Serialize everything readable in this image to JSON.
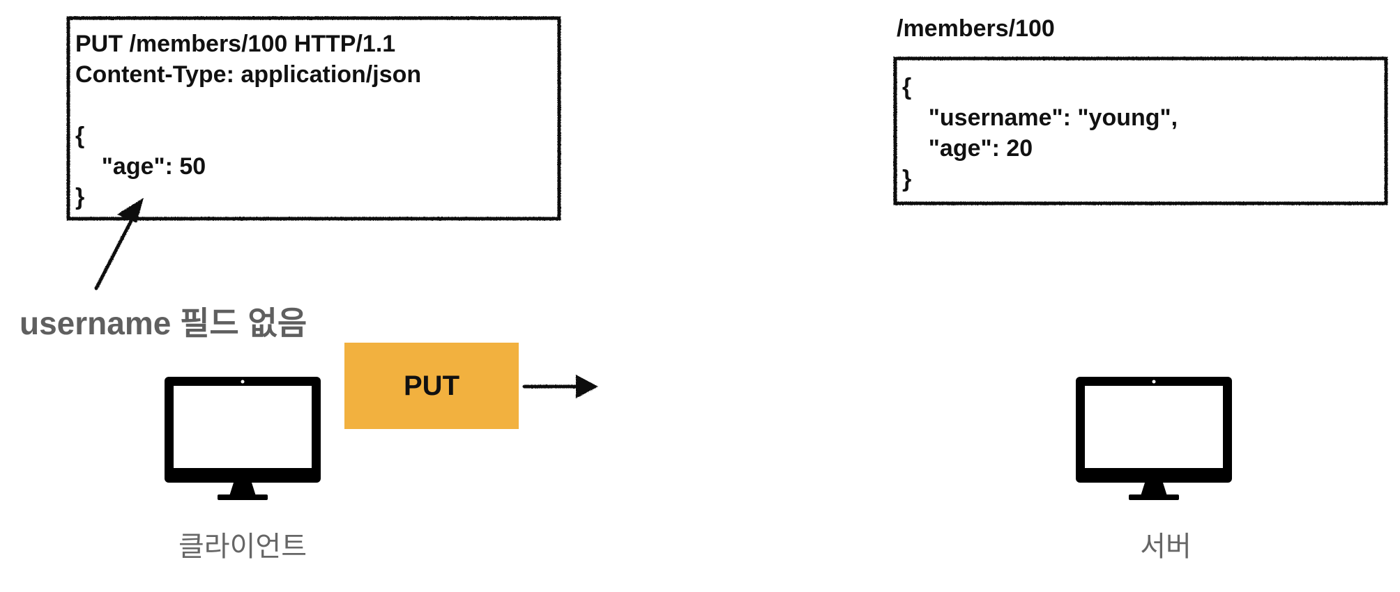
{
  "request": {
    "lines": [
      "PUT /members/100 HTTP/1.1",
      "Content-Type: application/json",
      "",
      "{",
      "    \"age\": 50",
      "}"
    ]
  },
  "server_resource": {
    "path": "/members/100",
    "lines": [
      "{",
      "    \"username\": \"young\",",
      "    \"age\": 20",
      "}"
    ]
  },
  "annotation": "username 필드 없음",
  "method": {
    "label": "PUT",
    "color": "#F2B13F"
  },
  "client": {
    "label": "클라이언트",
    "icon": "monitor-icon"
  },
  "server": {
    "label": "서버",
    "icon": "monitor-icon"
  },
  "colors": {
    "stroke": "#111111",
    "annotation": "#5f5f5f",
    "device_label": "#666666"
  }
}
